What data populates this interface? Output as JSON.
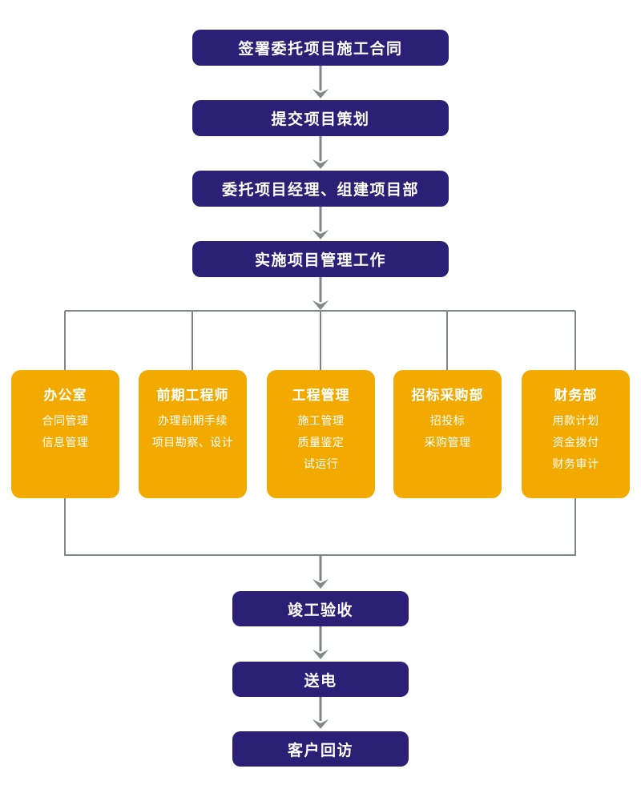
{
  "diagram": {
    "top_flow": [
      {
        "label": "签署委托项目施工合同"
      },
      {
        "label": "提交项目策划"
      },
      {
        "label": "委托项目经理、组建项目部"
      },
      {
        "label": "实施项目管理工作"
      }
    ],
    "departments": [
      {
        "title": "办公室",
        "items": [
          "合同管理",
          "信息管理"
        ]
      },
      {
        "title": "前期工程师",
        "items": [
          "办理前期手续",
          "项目勘察、设计"
        ]
      },
      {
        "title": "工程管理",
        "items": [
          "施工管理",
          "质量鉴定",
          "试运行"
        ]
      },
      {
        "title": "招标采购部",
        "items": [
          "招投标",
          "采购管理"
        ]
      },
      {
        "title": "财务部",
        "items": [
          "用款计划",
          "资金拨付",
          "财务审计"
        ]
      }
    ],
    "bottom_flow": [
      {
        "label": "竣工验收"
      },
      {
        "label": "送电"
      },
      {
        "label": "客户回访"
      }
    ],
    "colors": {
      "flow_box": "#2c2076",
      "dept_box": "#f2a900",
      "connector": "#80868a",
      "text": "#ffffff"
    }
  }
}
